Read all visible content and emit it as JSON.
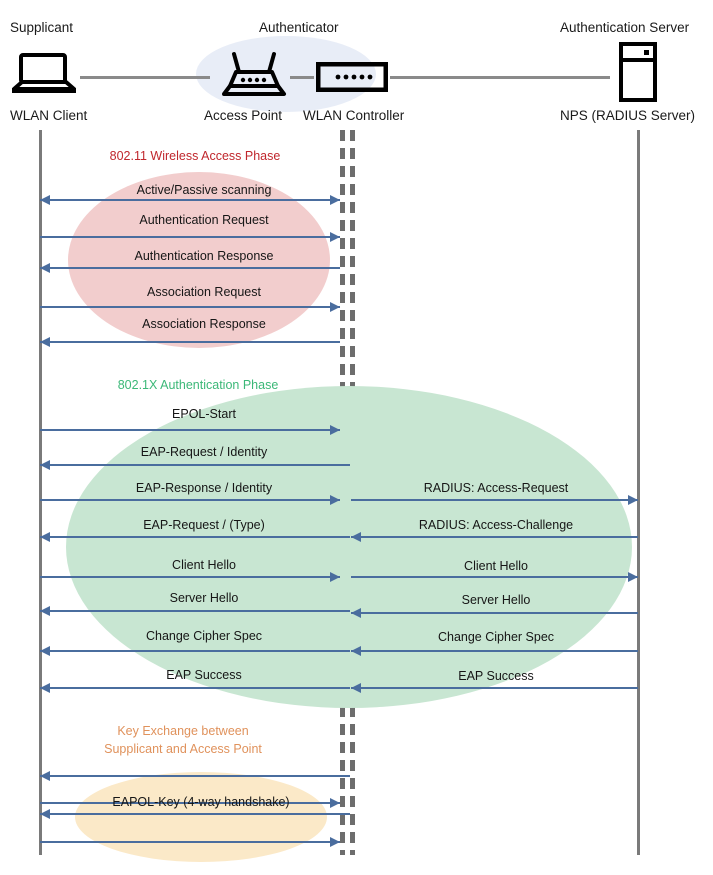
{
  "diagram": {
    "title": "802.1X / WPA2-Enterprise WLAN authentication sequence",
    "colors": {
      "lifeline": "#7a7a7a",
      "arrow": "#4a6d9e",
      "authenticator_blob": "#e8edf7",
      "phase1_blob": "#f2cdcd",
      "phase1_text": "#c0272d",
      "phase2_blob": "#c8e6d2",
      "phase2_text": "#3cb878",
      "phase3_blob": "#fbe9c8",
      "phase3_text": "#e0925c",
      "wire": "#8a8a8a"
    }
  },
  "actors": [
    {
      "role": "Supplicant",
      "name": "WLAN Client",
      "icon": "laptop-icon"
    },
    {
      "role": "Authenticator",
      "name": "Access Point",
      "icon": "access-point-icon"
    },
    {
      "role": "",
      "name": "WLAN Controller",
      "icon": "wlan-controller-icon"
    },
    {
      "role": "Authentication Server",
      "name": "NPS (RADIUS Server)",
      "icon": "server-icon"
    }
  ],
  "phases": [
    {
      "id": "phase-80211",
      "label": "802.11 Wireless Access Phase",
      "messages": [
        {
          "text": "Active/Passive scanning",
          "direction": "both",
          "side": "left"
        },
        {
          "text": "Authentication Request",
          "direction": "right",
          "side": "left"
        },
        {
          "text": "Authentication Response",
          "direction": "left",
          "side": "left"
        },
        {
          "text": "Association Request",
          "direction": "right",
          "side": "left"
        },
        {
          "text": "Association Response",
          "direction": "left",
          "side": "left"
        }
      ]
    },
    {
      "id": "phase-8021x",
      "label": "802.1X Authentication Phase",
      "messages": [
        {
          "text": "EPOL-Start",
          "direction": "right",
          "side": "left"
        },
        {
          "text": "EAP-Request / Identity",
          "direction": "left",
          "side": "left"
        },
        {
          "text": "EAP-Response / Identity",
          "direction": "right",
          "side": "left"
        },
        {
          "text": "RADIUS: Access-Request",
          "direction": "right",
          "side": "right"
        },
        {
          "text": "EAP-Request / (Type)",
          "direction": "left",
          "side": "left"
        },
        {
          "text": "RADIUS: Access-Challenge",
          "direction": "left",
          "side": "right"
        },
        {
          "text": "Client Hello",
          "direction": "right",
          "side": "left"
        },
        {
          "text": "Client Hello",
          "direction": "right",
          "side": "right"
        },
        {
          "text": "Server Hello",
          "direction": "left",
          "side": "left"
        },
        {
          "text": "Server Hello",
          "direction": "left",
          "side": "right"
        },
        {
          "text": "Change Cipher Spec",
          "direction": "left",
          "side": "left"
        },
        {
          "text": "Change Cipher Spec",
          "direction": "left",
          "side": "right"
        },
        {
          "text": "EAP Success",
          "direction": "left",
          "side": "left"
        },
        {
          "text": "EAP Success",
          "direction": "left",
          "side": "right"
        }
      ]
    },
    {
      "id": "phase-keyexchange",
      "label_line1": "Key Exchange between",
      "label_line2": "Supplicant and Access Point",
      "messages": [
        {
          "text": "",
          "direction": "left",
          "side": "left"
        },
        {
          "text": "",
          "direction": "right",
          "side": "left"
        },
        {
          "text": "EAPOL-Key (4-way handshake)",
          "direction": "left",
          "side": "left"
        },
        {
          "text": "",
          "direction": "right",
          "side": "left"
        }
      ]
    }
  ],
  "labels": {
    "p1_m0": "Active/Passive scanning",
    "p1_m1": "Authentication Request",
    "p1_m2": "Authentication Response",
    "p1_m3": "Association Request",
    "p1_m4": "Association Response",
    "p2_title": "802.1X Authentication Phase",
    "p1_title": "802.11 Wireless Access Phase",
    "p2_m0": "EPOL-Start",
    "p2_m1": "EAP-Request / Identity",
    "p2_m2": "EAP-Response / Identity",
    "p2_r2": "RADIUS: Access-Request",
    "p2_m3": "EAP-Request / (Type)",
    "p2_r3": "RADIUS: Access-Challenge",
    "p2_m4": "Client Hello",
    "p2_r4": "Client Hello",
    "p2_m5": "Server Hello",
    "p2_r5": "Server Hello",
    "p2_m6": "Change Cipher Spec",
    "p2_r6": "Change Cipher Spec",
    "p2_m7": "EAP Success",
    "p2_r7": "EAP Success",
    "p3_title1": "Key Exchange between",
    "p3_title2": "Supplicant and Access Point",
    "p3_m2": "EAPOL-Key (4-way handshake)"
  }
}
